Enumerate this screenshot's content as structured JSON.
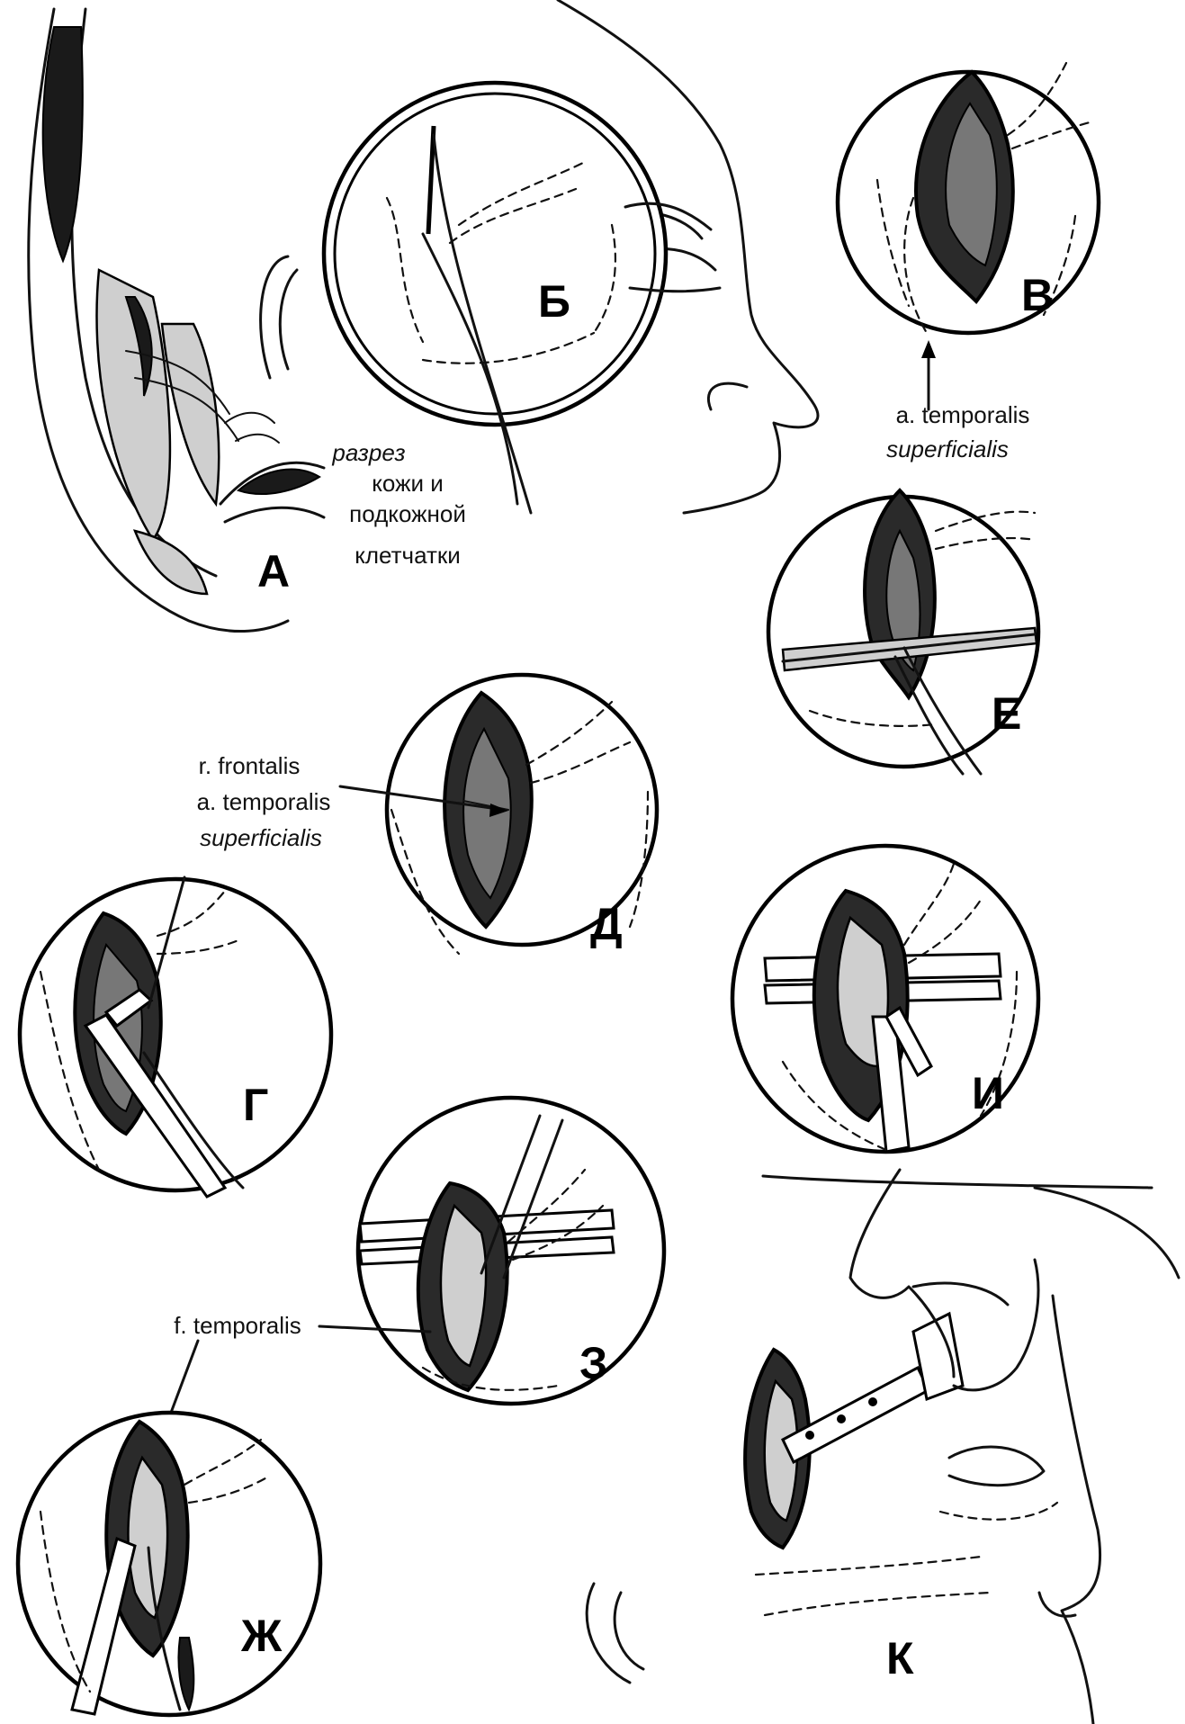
{
  "panels": {
    "A": "А",
    "B": "Б",
    "V": "В",
    "G": "Г",
    "D": "Д",
    "E": "Е",
    "Zh": "Ж",
    "Z": "З",
    "I": "И",
    "K": "К"
  },
  "captions": {
    "incision_line1": "разрез",
    "incision_line2": "кожи и",
    "incision_line3": "подкожной",
    "incision_line4": "клетчатки",
    "artery_line1": "a. temporalis",
    "artery_line2": "superficialis",
    "frontal_line1": "r. frontalis",
    "frontal_line2": "a. temporalis",
    "frontal_line3": "superficialis",
    "fascia": "f. temporalis"
  }
}
